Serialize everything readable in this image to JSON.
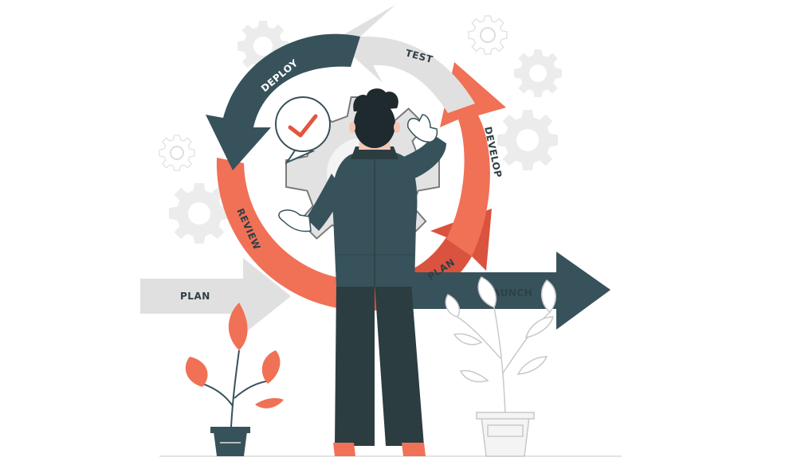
{
  "labels": {
    "test": "TEST",
    "deploy": "DEPLOY",
    "develop": "DEVELOP",
    "review": "REVIEW",
    "plan_inner": "PLAN",
    "plan_left": "PLAN",
    "launch": "LAUNCH"
  },
  "colors": {
    "dark_teal": "#37525a",
    "coral": "#f07156",
    "coral_dark": "#d9533f",
    "light_gray": "#e3e3e3",
    "gear_gray": "#ececec",
    "outline_gray": "#c9c9c9",
    "check_red": "#e5543e"
  },
  "icons": [
    "gear-icon",
    "checkmark-icon",
    "arrow-icon",
    "plant-icon",
    "person-icon"
  ]
}
